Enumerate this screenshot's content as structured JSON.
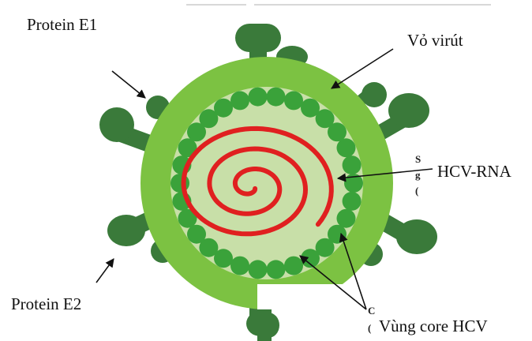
{
  "labels": {
    "protein_e1": "Protein E1",
    "protein_e2": "Protein E2",
    "vo_virut": "Vỏ virút",
    "hcv_rna": "HCV-RNA",
    "vung_core": "Vùng core HCV"
  },
  "colors": {
    "envelope": "#7cc242",
    "core_fill": "#c8dfa8",
    "bead": "#3aa23a",
    "spike": "#3a7a3a",
    "rna": "#e02020",
    "arrow": "#111111"
  }
}
